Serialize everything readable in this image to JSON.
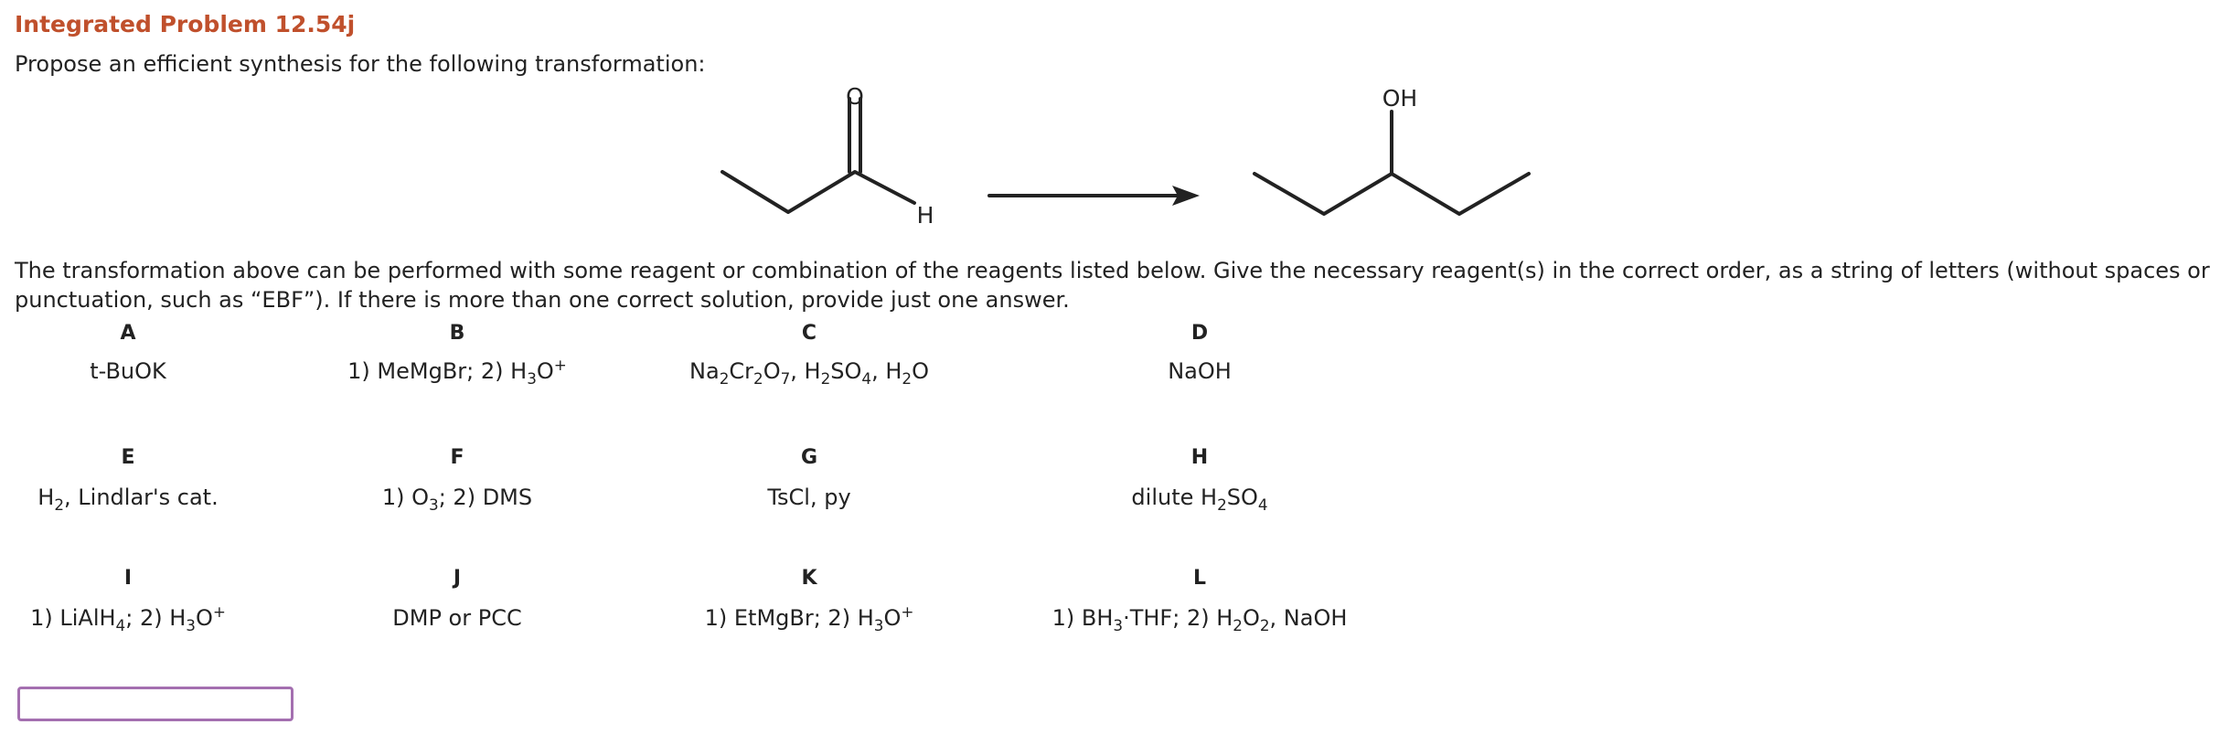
{
  "problem": {
    "title": "Integrated Problem 12.54j",
    "prompt": "Propose an efficient synthesis for the following transformation:",
    "instructions": "The transformation above can be performed with some reagent or combination of the reagents listed below. Give the necessary reagent(s) in the correct order, as a string of letters (without spaces or punctuation, such as “EBF”). If there is more than one correct solution, provide just one answer."
  },
  "scheme": {
    "reactant_atom_o": "O",
    "reactant_atom_h": "H",
    "product_atom_oh": "OH"
  },
  "reagents": [
    {
      "letter": "A",
      "html": "t-BuOK"
    },
    {
      "letter": "B",
      "html": "1) MeMgBr; 2) H<sub>3</sub>O<sup>+</sup>"
    },
    {
      "letter": "C",
      "html": "Na<sub>2</sub>Cr<sub>2</sub>O<sub>7</sub>, H<sub>2</sub>SO<sub>4</sub>, H<sub>2</sub>O"
    },
    {
      "letter": "D",
      "html": "NaOH"
    },
    {
      "letter": "E",
      "html": "H<sub>2</sub>, Lindlar's cat."
    },
    {
      "letter": "F",
      "html": "1) O<sub>3</sub>; 2) DMS"
    },
    {
      "letter": "G",
      "html": "TsCl, py"
    },
    {
      "letter": "H",
      "html": "dilute H<sub>2</sub>SO<sub>4</sub>"
    },
    {
      "letter": "I",
      "html": "1) LiAlH<sub>4</sub>; 2) H<sub>3</sub>O<sup>+</sup>"
    },
    {
      "letter": "J",
      "html": "DMP or PCC"
    },
    {
      "letter": "K",
      "html": "1) EtMgBr; 2) H<sub>3</sub>O<sup>+</sup>"
    },
    {
      "letter": "L",
      "html": "1) BH<sub>3</sub>·THF; 2) H<sub>2</sub>O<sub>2</sub>, NaOH"
    }
  ],
  "answer": {
    "value": "",
    "placeholder": ""
  },
  "colors": {
    "title": "#c0502c",
    "answer_border": "#a46fb0"
  }
}
